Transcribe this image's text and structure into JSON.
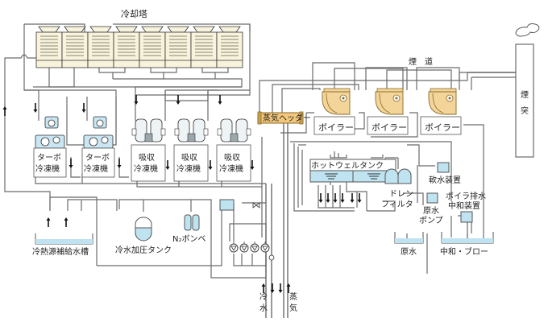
{
  "title": "冷熱源システム系統図",
  "colors": {
    "pipe": "#6b6b6b",
    "tower_fill": "#f7f3dc",
    "tower_louver": "#8a8670",
    "boiler_fill": "#f3d59a",
    "boiler_stroke": "#8a6a2a",
    "water": "#bfe3f0",
    "equipment_blue": "#c9e6f2",
    "header_fill": "#f2c77a"
  },
  "labels": {
    "cooling_tower": "冷却塔",
    "flue": "煙　道",
    "chimney_1": "煙",
    "chimney_2": "突",
    "steam_header": "蒸気ヘッダー",
    "boiler": "ボイラー",
    "turbo_chiller_1": "ターボ",
    "turbo_chiller_2": "冷凍機",
    "absorption_chiller_1": "吸収",
    "absorption_chiller_2": "冷凍機",
    "hotwell_tank": "ホットウェルタンク",
    "drain_filter_1": "ドレン",
    "drain_filter_2": "フィルタ",
    "water_softener": "軟水装置",
    "raw_water_pump_1": "原水",
    "raw_water_pump_2": "ポンプ",
    "boiler_drain_1": "ボイラ排水",
    "boiler_drain_2": "中和装置",
    "raw_water": "原水",
    "neutral_blow": "中和・ブロー",
    "makeup_tank": "冷熱源補給水槽",
    "pressure_tank": "冷水加圧タンク",
    "n2_cylinder": "N₂ボンベ",
    "chilled_water_1": "冷",
    "chilled_water_2": "水",
    "steam_1": "蒸",
    "steam_2": "気"
  },
  "equipment": {
    "cooling_tower_cells": 8,
    "turbo_chillers": 2,
    "absorption_chillers": 3,
    "boilers": 3,
    "circulation_pumps": 4
  }
}
